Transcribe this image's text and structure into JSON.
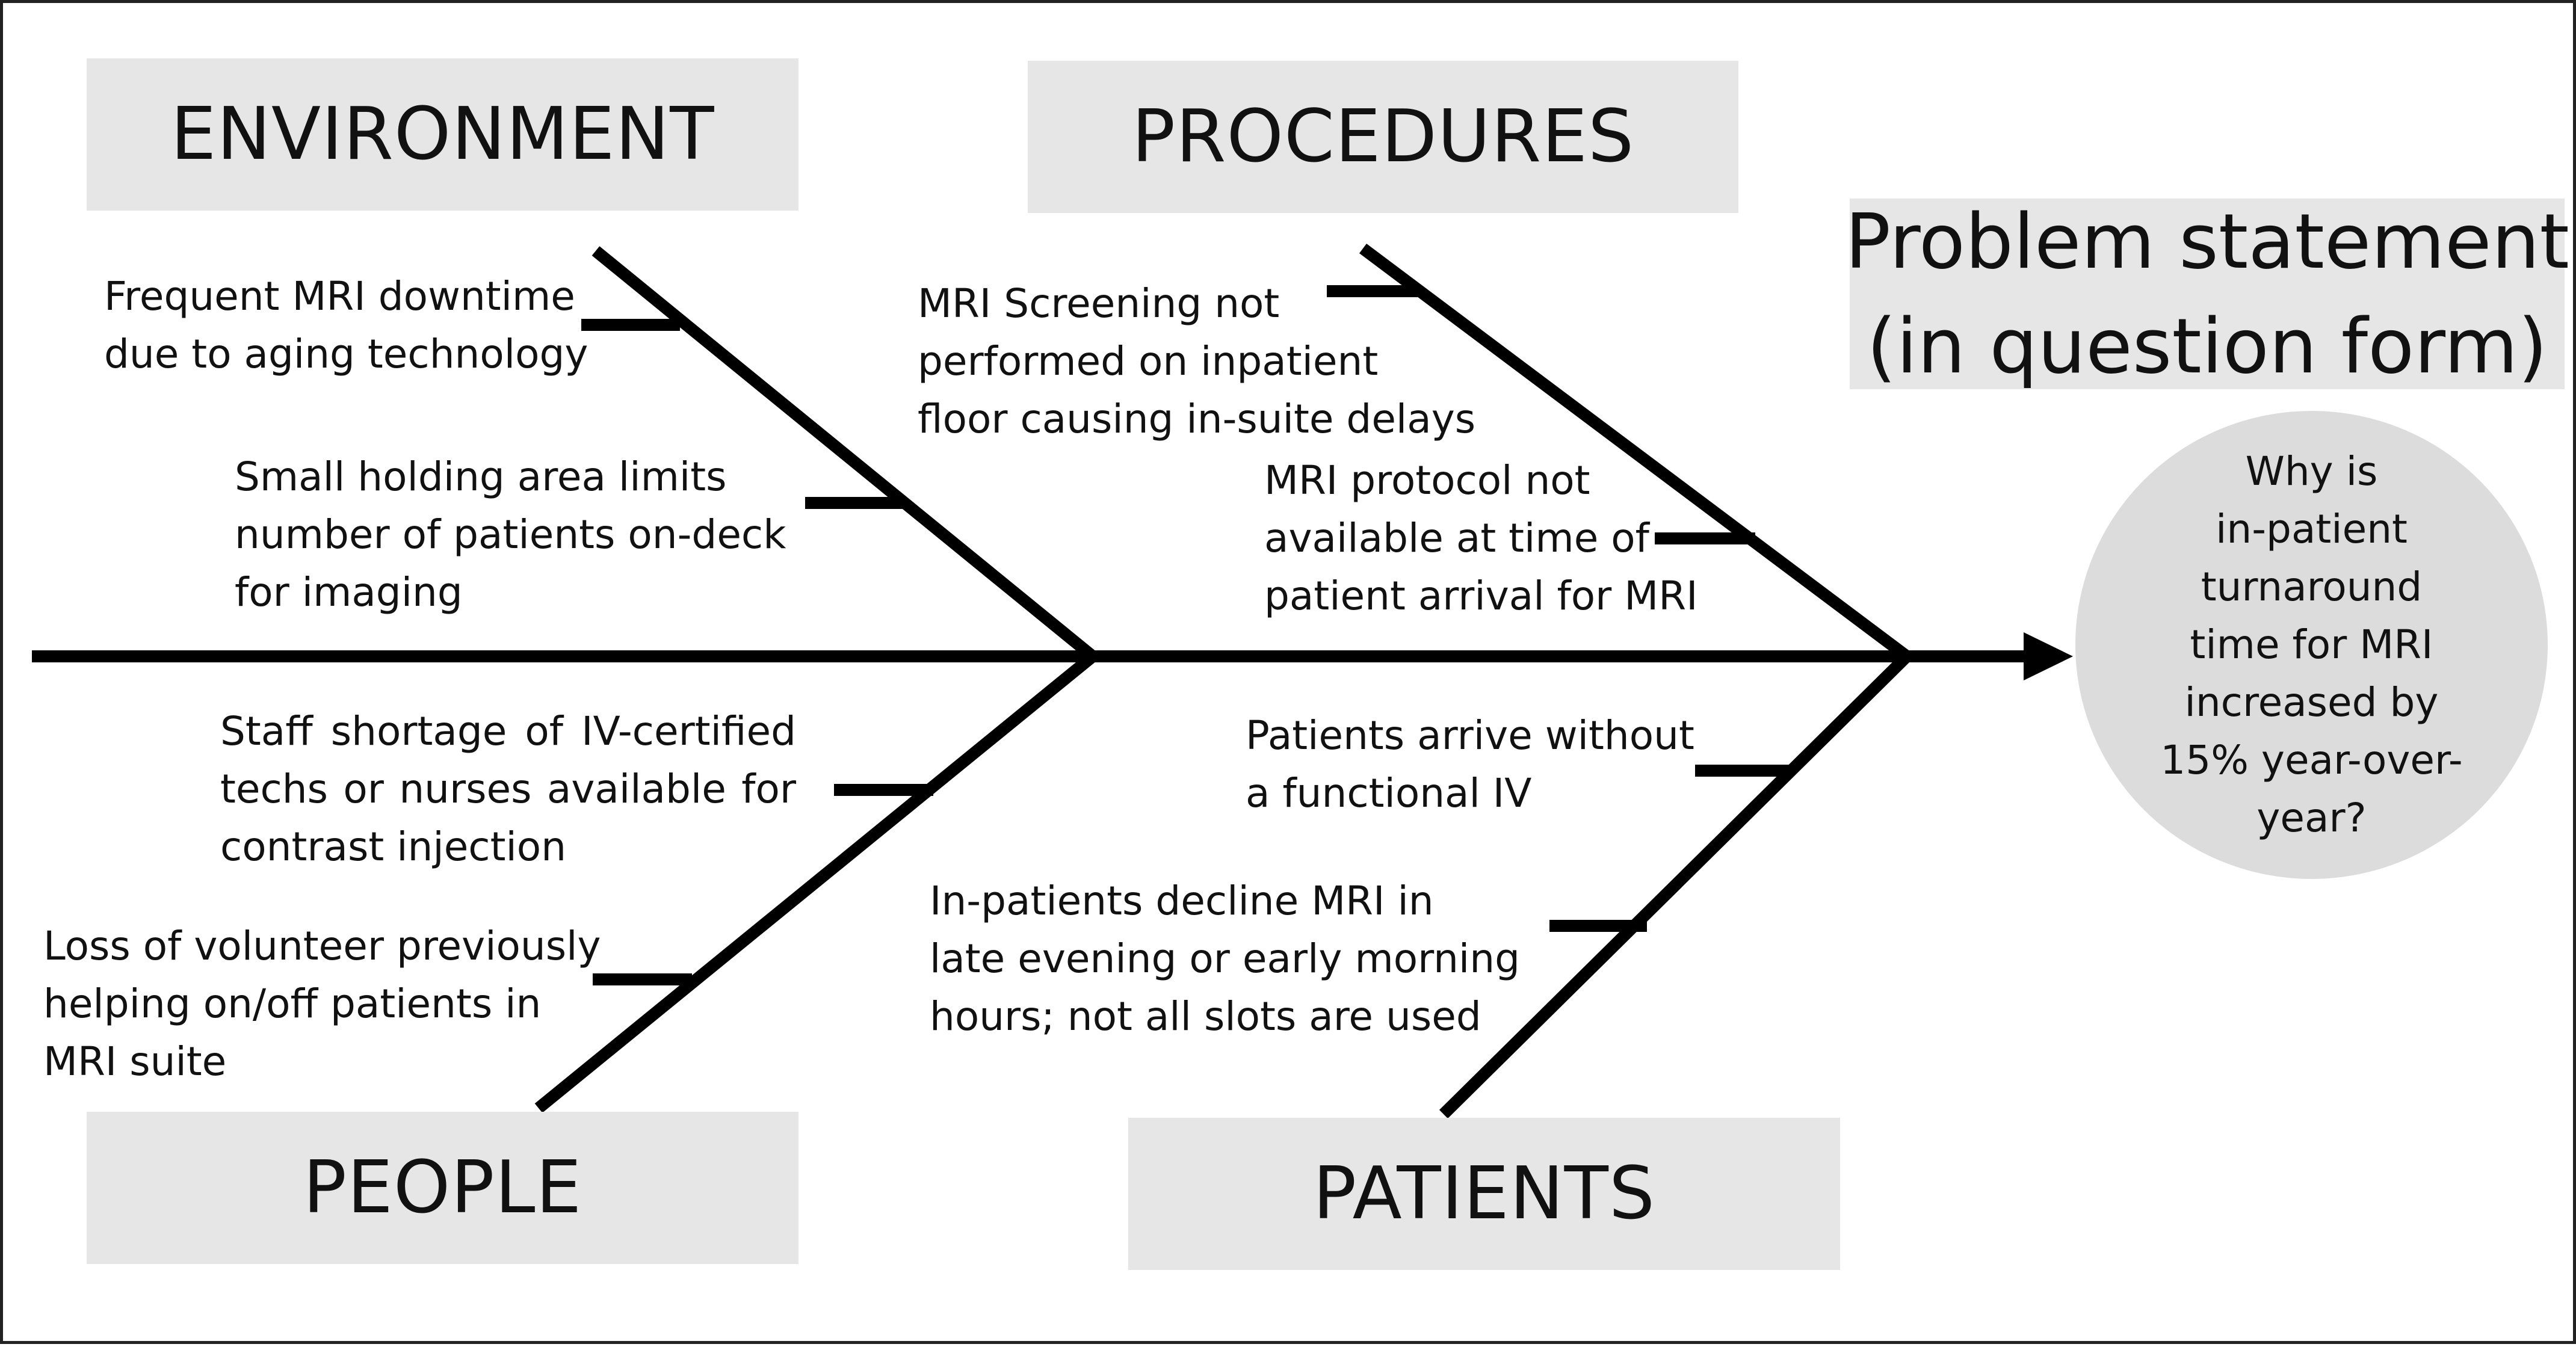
{
  "colors": {
    "category_box": "#e6e6e6",
    "problem_circle": "#dcdcdc",
    "title_box": "#e6e6e6",
    "line": "#000000",
    "text": "#111111"
  },
  "categories": {
    "environment": "ENVIRONMENT",
    "procedures": "PROCEDURES",
    "people": "PEOPLE",
    "patients": "PATIENTS"
  },
  "problem_title": {
    "lines": [
      "Problem statement",
      "(in question form)"
    ]
  },
  "problem": {
    "lines": [
      "Why is",
      "in-patient",
      "turnaround",
      "time for MRI",
      "increased by",
      "15% year-over-",
      "year?"
    ]
  },
  "causes": {
    "environment": [
      {
        "lines": [
          "Frequent MRI downtime",
          "due to aging technology"
        ]
      },
      {
        "lines": [
          "Small holding area limits",
          "number of patients on-deck",
          "for imaging"
        ]
      }
    ],
    "procedures": [
      {
        "lines": [
          "MRI Screening not",
          "performed on inpatient",
          "floor causing in-suite delays"
        ]
      },
      {
        "lines": [
          "MRI protocol not",
          "available at time of",
          "patient arrival for MRI"
        ]
      }
    ],
    "people": [
      {
        "lines": [
          "Staff shortage of IV-certified",
          "techs or nurses available for",
          "contrast injection"
        ]
      },
      {
        "lines": [
          "Loss of volunteer previously",
          "helping on/off patients in",
          "MRI suite"
        ]
      }
    ],
    "patients": [
      {
        "lines": [
          "Patients arrive without",
          "a functional IV"
        ]
      },
      {
        "lines": [
          "In-patients decline MRI in",
          "late evening or early morning",
          "hours; not all slots are used"
        ]
      }
    ]
  }
}
